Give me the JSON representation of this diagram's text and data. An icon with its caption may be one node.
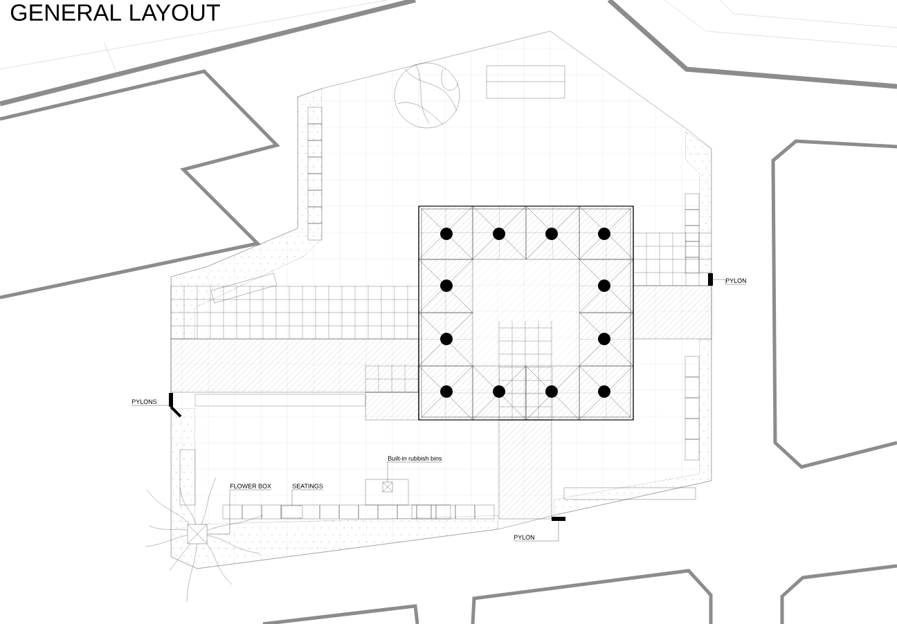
{
  "diagram": {
    "title": "GENERAL LAYOUT",
    "nodes": [
      {
        "text": [
          "PYLON"
        ]
      },
      {
        "text": [
          "PYLONS"
        ]
      },
      {
        "text": [
          "Built-in rubbish bins"
        ]
      },
      {
        "text": [
          "FLOWER BOX"
        ]
      },
      {
        "text": [
          "SEATINGS"
        ]
      },
      {
        "text": [
          "PYLON"
        ]
      },
      {
        "text": [],
        "shape": "bar"
      },
      {
        "text": [],
        "shape": "bar"
      },
      {
        "text": [],
        "shape": "box"
      },
      {
        "text": [],
        "shape": "box"
      },
      {
        "text": [],
        "shape": "box"
      },
      {
        "text": [],
        "shape": "bar"
      }
    ],
    "edges": [
      {
        "from": 0,
        "to": 6,
        "arrow": "none"
      },
      {
        "from": 1,
        "to": 7,
        "arrow": "none"
      },
      {
        "from": 2,
        "to": 8,
        "arrow": "none"
      },
      {
        "from": 3,
        "to": 9,
        "arrow": "none"
      },
      {
        "from": 4,
        "to": 10,
        "arrow": "none"
      },
      {
        "from": 5,
        "to": 11,
        "arrow": "none"
      }
    ]
  }
}
